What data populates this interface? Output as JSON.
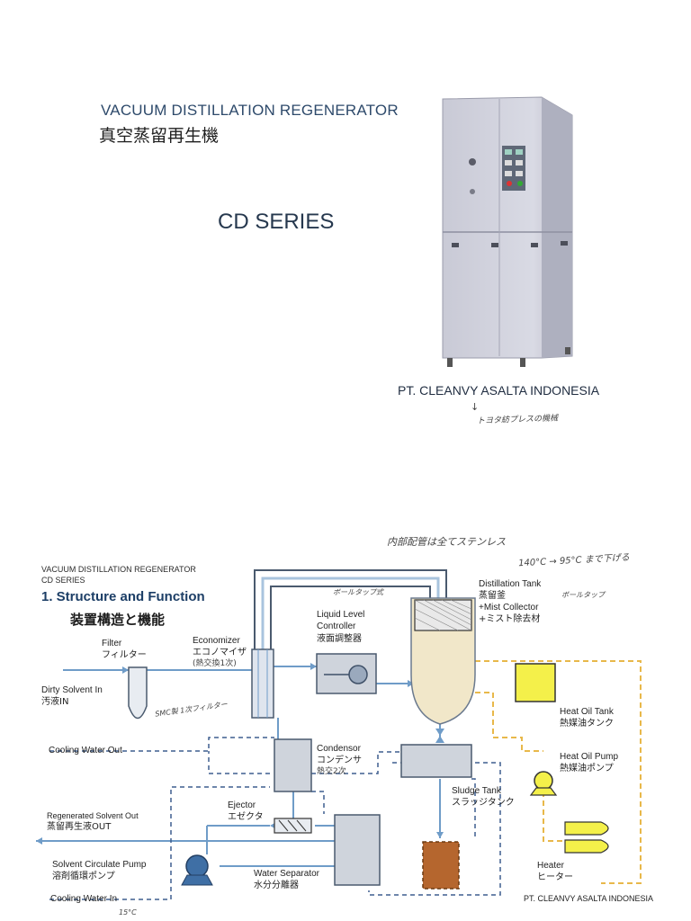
{
  "cover": {
    "title_en": "VACUUM DISTILLATION REGENERATOR",
    "title_jp": "真空蒸留再生機",
    "series": "CD SERIES",
    "company": "PT. CLEANVY ASALTA INDONESIA",
    "handwritten_arrow": "↓",
    "handwritten_note": "トヨタ紡プレスの機械"
  },
  "diagram": {
    "header_line1": "VACUUM DISTILLATION REGENERATOR",
    "header_line2": "CD SERIES",
    "section_en": "1. Structure and Function",
    "section_jp": "装置構造と機能",
    "labels": {
      "filter_en": "Filter",
      "filter_jp": "フィルター",
      "dirty_en": "Dirty Solvent In",
      "dirty_jp": "汚液IN",
      "economizer_en": "Economizer",
      "economizer_jp": "エコノマイザ",
      "economizer_note": "(熱交換1次)",
      "llc_en1": "Liquid Level",
      "llc_en2": "Controller",
      "llc_jp": "液面調整器",
      "dtank_en": "Distillation Tank",
      "dtank_jp": "蒸留釜",
      "mist_en": "+Mist Collector",
      "mist_jp": "+ミスト除去材",
      "cooling_out": "Cooling Water Out",
      "condensor_en": "Condensor",
      "condensor_jp": "コンデンサ",
      "condensor_note": "熱交2次",
      "heat_oil_tank_en": "Heat Oil Tank",
      "heat_oil_tank_jp": "熱媒油タンク",
      "heat_oil_pump_en": "Heat Oil Pump",
      "heat_oil_pump_jp": "熱媒油ポンプ",
      "sludge_en": "Sludge Tank",
      "sludge_jp": "スラッジタンク",
      "regen_en": "Regenerated Solvent Out",
      "regen_jp": "蒸留再生液OUT",
      "ejector_en": "Ejector",
      "ejector_jp": "エゼクタ",
      "circ_en": "Solvent Circulate Pump",
      "circ_jp": "溶剤循環ポンプ",
      "watersep_en": "Water Separator",
      "watersep_jp": "水分分離器",
      "cooling_in": "Cooling Water In",
      "heater_en": "Heater",
      "heater_jp": "ヒーター",
      "footer": "PT. CLEANVY ASALTA INDONESIA"
    },
    "handwritten": {
      "top_note": "内部配管は全てステンレス",
      "temp_note": "140°C → 95°C まで下げる",
      "ball_valve": "ボールタップ",
      "ball_valve2": "ボールタップ式",
      "smc_note": "SMC製 1次フィルター",
      "temp_in": "15°C"
    },
    "colors": {
      "pipe": "#6f9cc8",
      "frame": "#4a5a6e",
      "oil_line": "#e8b84a",
      "oil_tank": "#f4f04a",
      "sludge": "#b5662e",
      "pump": "#3f6fa5"
    }
  }
}
